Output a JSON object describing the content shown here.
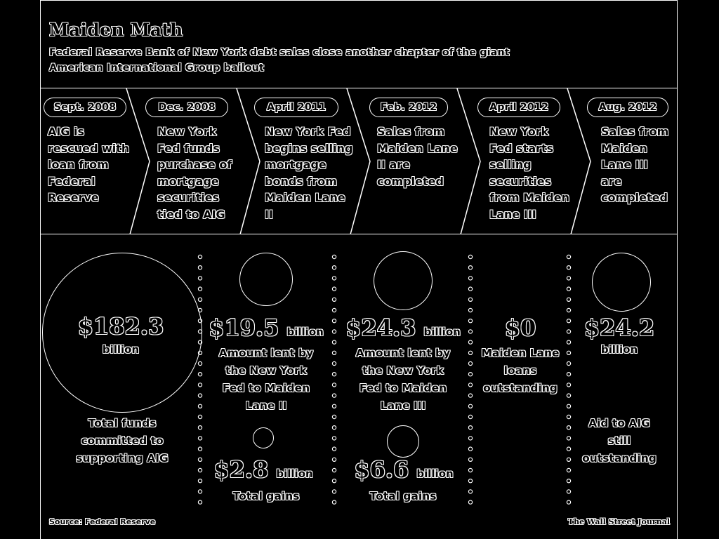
{
  "header": {
    "title": "Maiden Math",
    "subtitle": "Federal Reserve Bank of New York debt sales close another chapter of the giant American International Group bailout"
  },
  "timeline": [
    {
      "date": "Sept. 2008",
      "text": "AIG is rescued with loan from Federal Reserve"
    },
    {
      "date": "Dec. 2008",
      "text": "New York Fed funds purchase of mortgage securities tied to AIG"
    },
    {
      "date": "April 2011",
      "text": "New York Fed begins selling mortgage bonds from Maiden Lane II"
    },
    {
      "date": "Feb. 2012",
      "text": "Sales from Maiden Lane II are completed"
    },
    {
      "date": "April 2012",
      "text": "New York Fed starts selling securities from Maiden Lane III"
    },
    {
      "date": "Aug. 2012",
      "text": "Sales from Maiden Lane III are completed"
    }
  ],
  "stats": {
    "total": {
      "value": "$182.3",
      "unit": "billion",
      "label": "Total funds committed to supporting AIG",
      "amount_billion": 182.3
    },
    "ml2": {
      "value": "$19.5",
      "unit": "billion",
      "label": "Amount lent by the New York Fed to Maiden Lane II",
      "amount_billion": 19.5,
      "gain_value": "$2.8",
      "gain_unit": "billion",
      "gain_label": "Total gains",
      "gain_billion": 2.8
    },
    "ml3": {
      "value": "$24.3",
      "unit": "billion",
      "label": "Amount lent by the New York Fed to Maiden Lane III",
      "amount_billion": 24.3,
      "gain_value": "$6.6",
      "gain_unit": "billion",
      "gain_label": "Total gains",
      "gain_billion": 6.6
    },
    "loans": {
      "value": "$0",
      "label": "Maiden Lane loans outstanding"
    },
    "aid": {
      "value": "$24.2",
      "unit": "billion",
      "label": "Aid to AIG still outstanding",
      "amount_billion": 24.2
    }
  },
  "footer": {
    "source": "Source: Federal Reserve",
    "credit": "The Wall Street Journal"
  }
}
